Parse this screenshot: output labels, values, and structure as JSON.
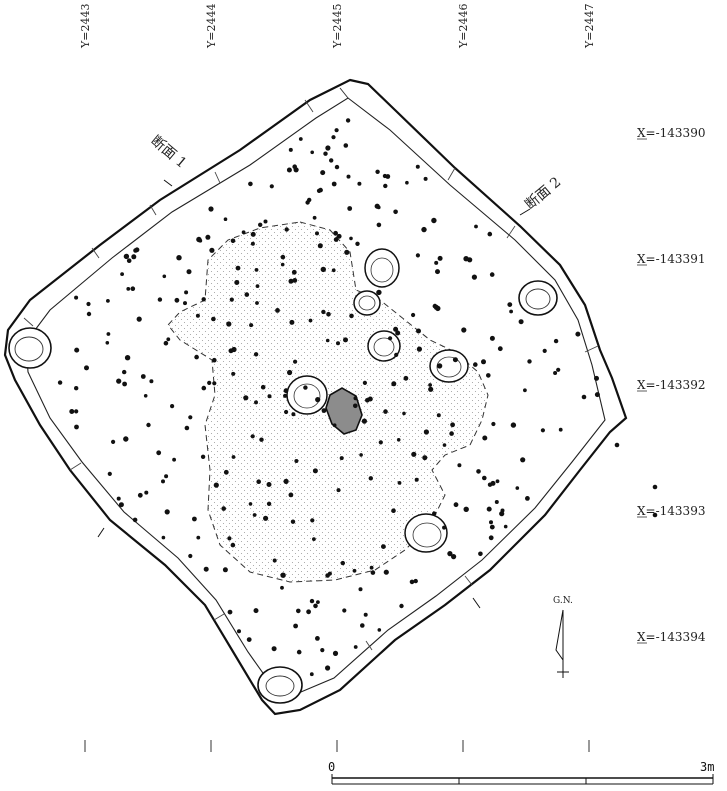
{
  "grid": {
    "y_labels": [
      "Y=2443",
      "Y=2444",
      "Y=2445",
      "Y=2446",
      "Y=2447"
    ],
    "x_labels": [
      "X=-143390",
      "X=-143391",
      "X=-143392",
      "X=-143393",
      "X=-143394"
    ]
  },
  "section_labels": {
    "section1": "断面 1",
    "section2": "断面 2"
  },
  "north_arrow": {
    "label": "G.N."
  },
  "scale_bar": {
    "start": "0",
    "end": "3m"
  },
  "colors": {
    "ink": "#111111",
    "stipple": "#9a9a9a",
    "hearth_fill": "#8c8c8c"
  }
}
